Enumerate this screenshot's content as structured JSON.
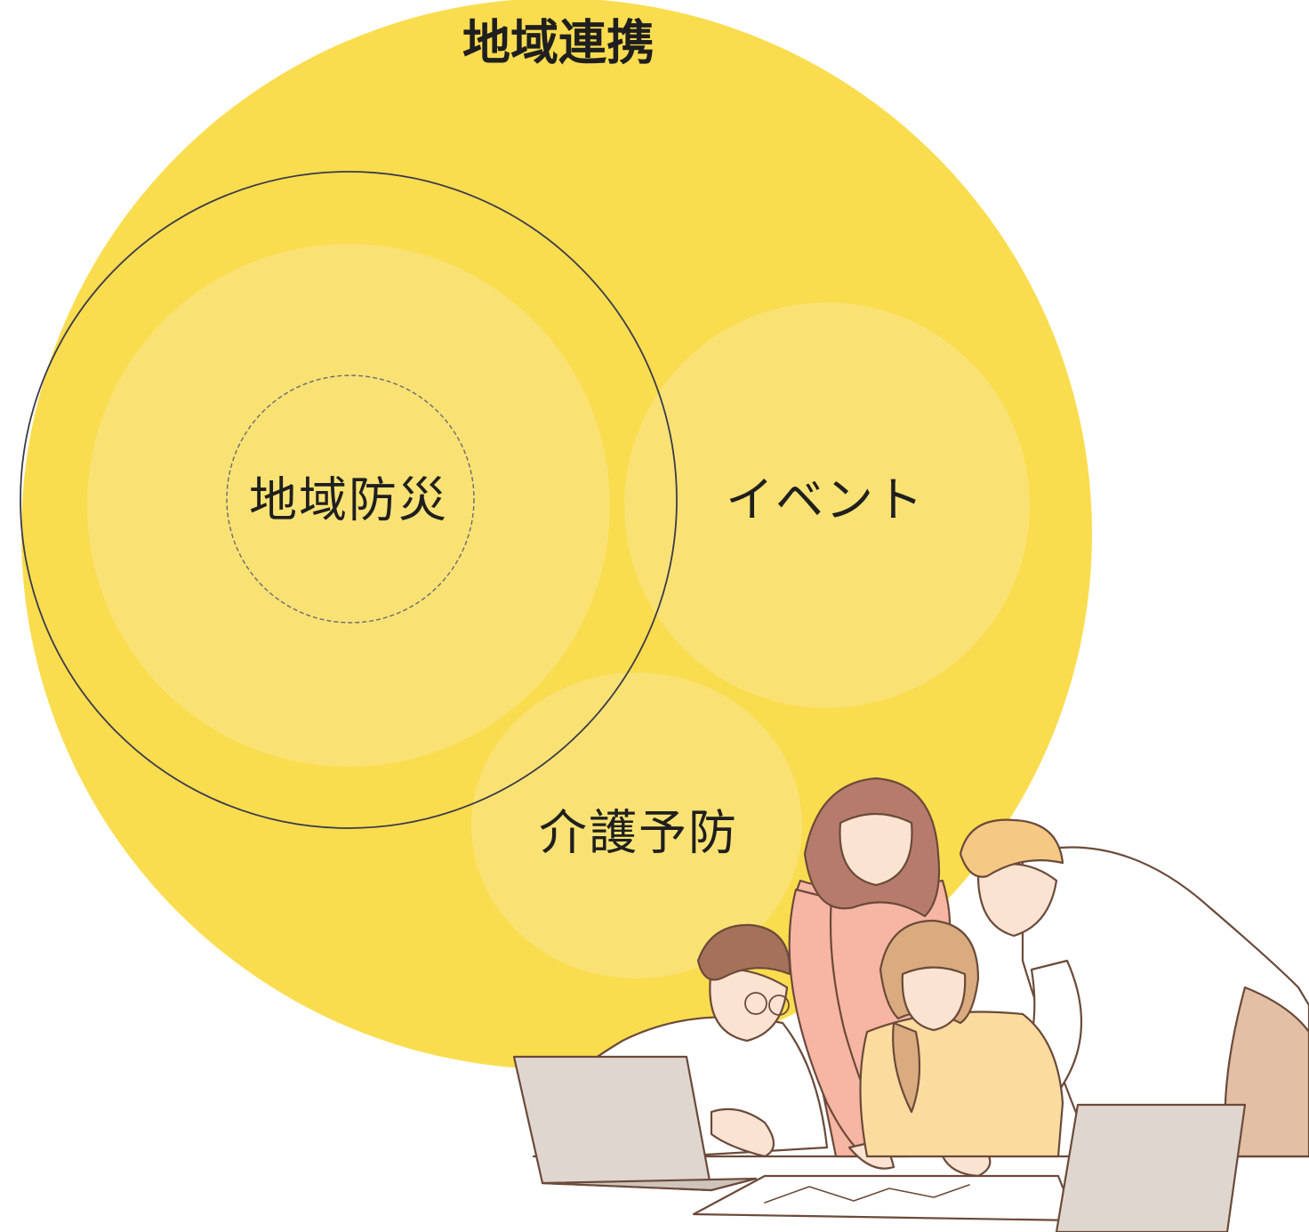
{
  "diagram": {
    "outer_label": "地域連携",
    "nodes": [
      {
        "id": "disaster",
        "label": "地域防災"
      },
      {
        "id": "event",
        "label": "イベント"
      },
      {
        "id": "care",
        "label": "介護予防"
      }
    ]
  },
  "colors": {
    "outer_circle": "#fadc4f",
    "inner_circle": "#f9e273",
    "outline": "#3a3a4a",
    "skin": "#fbe3d2",
    "outline_art": "#6b4a3a"
  },
  "illustration": {
    "icon": "team-working-illustration"
  }
}
